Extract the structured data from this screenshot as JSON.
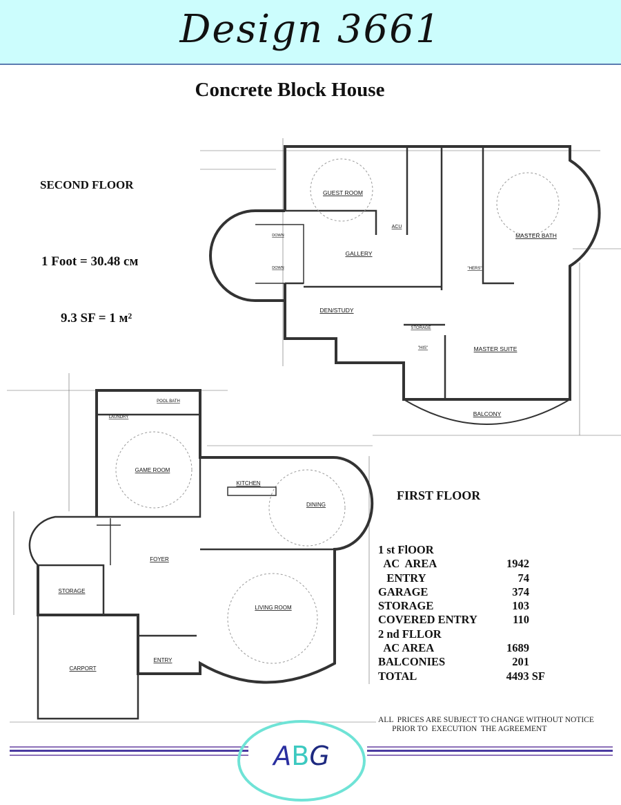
{
  "header": {
    "title": "Design 3661",
    "subtitle": "Concrete Block House"
  },
  "labels": {
    "second_floor": "SECOND FLOOR",
    "scale_length": "1 Foot = 30.48 см",
    "scale_area": "9.3 SF = 1 м²",
    "first_floor": "FIRST FLOOR"
  },
  "second_floor_rooms": [
    "GUEST ROOM",
    "GALLERY",
    "DEN/STUDY",
    "MASTER BATH",
    "MASTER SUITE",
    "BALCONY",
    "STORAGE",
    "ACU",
    "\"HIS\"",
    "\"HERS\"",
    "DOWN",
    "DOWN"
  ],
  "first_floor_rooms": [
    "GAME ROOM",
    "LAUNDRY",
    "POOL BATH",
    "KITCHEN",
    "DINING",
    "FOYER",
    "STORAGE",
    "LIVING ROOM",
    "ENTRY",
    "CARPORT"
  ],
  "area_table": [
    {
      "label": "1 st FlOOR",
      "value": ""
    },
    {
      "label": "  AC  AREA",
      "value": "1942"
    },
    {
      "label": "   ENTRY",
      "value": "74"
    },
    {
      "label": "GARAGE",
      "value": "374"
    },
    {
      "label": "STORAGE",
      "value": "103"
    },
    {
      "label": "COVERED ENTRY",
      "value": "110"
    },
    {
      "label": "2 nd FLLOR",
      "value": ""
    },
    {
      "label": "  AC AREA",
      "value": "1689"
    },
    {
      "label": "BALCONIES",
      "value": "201"
    },
    {
      "label": "TOTAL",
      "value": "4493 SF"
    }
  ],
  "note": {
    "line1": "ALL  PRICES ARE SUBJECT TO CHANGE WITHOUT NOTICE",
    "line2": "       PRIOR TO  EXECUTION  THE AGREEMENT"
  },
  "logo": {
    "a": "A",
    "b": "B",
    "g": "G",
    "colors": {
      "a": "#2a2fa0",
      "b": "#3cc9c0",
      "g": "#1e2a80",
      "ring": "#6fe3d6"
    }
  },
  "colors": {
    "header_bg": "#ccfdfd",
    "header_rule": "#5b7bb0",
    "footer_rule": "#4a3aa0"
  }
}
